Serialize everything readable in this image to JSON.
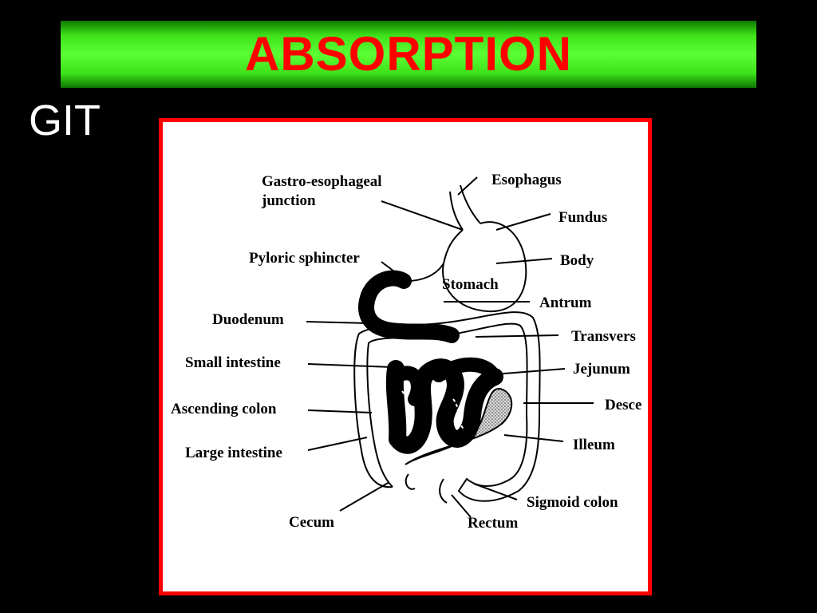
{
  "slide": {
    "title": "ABSORPTION",
    "subtitle": "GIT"
  },
  "colors": {
    "background": "#000000",
    "banner": "#4cf52a",
    "title": "#ff0000",
    "figure_border": "#ff0000"
  },
  "diagram": {
    "labels": {
      "gastro_line1": "Gastro-esophageal",
      "gastro_line2": "junction",
      "esophagus": "Esophagus",
      "fundus": "Fundus",
      "pyloric": "Pyloric sphincter",
      "body": "Body",
      "stomach": "Stomach",
      "antrum": "Antrum",
      "duodenum": "Duodenum",
      "transverse": "Transvers",
      "small_intestine": "Small intestine",
      "jejunum": "Jejunum",
      "ascending": "Ascending colon",
      "descending": "Desce",
      "large_intestine": "Large intestine",
      "ileum": "Illeum",
      "sigmoid": "Sigmoid colon",
      "cecum": "Cecum",
      "rectum": "Rectum"
    }
  }
}
